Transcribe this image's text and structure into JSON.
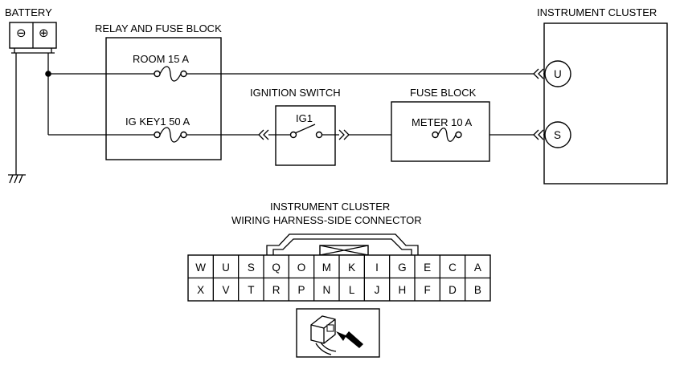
{
  "labels": {
    "battery": "BATTERY",
    "relay_fuse_block": "RELAY AND FUSE BLOCK",
    "room_fuse": "ROOM 15 A",
    "igkey_fuse": "IG KEY1 50 A",
    "ignition_switch": "IGNITION SWITCH",
    "ig1": "IG1",
    "fuse_block": "FUSE BLOCK",
    "meter_fuse": "METER 10 A",
    "instrument_cluster": "INSTRUMENT CLUSTER",
    "terminal_u": "U",
    "terminal_s": "S",
    "battery_minus": "⊖",
    "battery_plus": "⊕"
  },
  "connector": {
    "title_line1": "INSTRUMENT CLUSTER",
    "title_line2": "WIRING HARNESS-SIDE CONNECTOR",
    "top_row": [
      "W",
      "U",
      "S",
      "Q",
      "O",
      "M",
      "K",
      "I",
      "G",
      "E",
      "C",
      "A"
    ],
    "bottom_row": [
      "X",
      "V",
      "T",
      "R",
      "P",
      "N",
      "L",
      "J",
      "H",
      "F",
      "D",
      "B"
    ]
  },
  "icons": {
    "connector_view": "connector-view-arrow-icon",
    "ground": "ground-icon"
  }
}
